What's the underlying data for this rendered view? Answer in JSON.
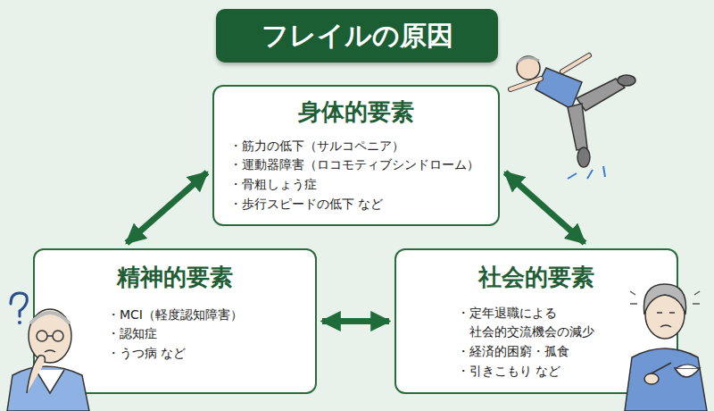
{
  "diagram": {
    "title": "フレイルの原因",
    "nodes": [
      {
        "text": [
          "身体的要素",
          "・筋力の低下（サルコペニア）",
          "・運動器障害（ロコモティブシンドローム）",
          "・骨粗しょう症",
          "・歩行スピードの低下 など"
        ]
      },
      {
        "text": [
          "精神的要素",
          "・MCI（軽度認知障害）",
          "・認知症",
          "・うつ病 など"
        ]
      },
      {
        "text": [
          "社会的要素",
          "・定年退職による 社会的交流機会の減少",
          "・経済的困窮・孤食",
          "・引きこもり など"
        ]
      }
    ],
    "edges": [
      {
        "from": 0,
        "to": 1,
        "arrow": "both"
      },
      {
        "from": 0,
        "to": 2,
        "arrow": "both"
      },
      {
        "from": 1,
        "to": 2,
        "arrow": "both"
      }
    ]
  }
}
